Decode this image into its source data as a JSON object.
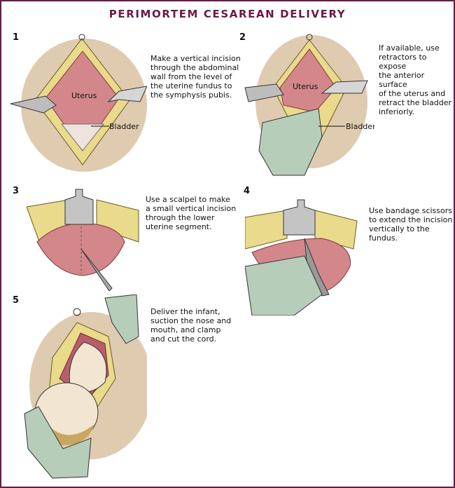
{
  "title": "PERIMORTEM CESAREAN DELIVERY",
  "colors": {
    "border": "#6b1a44",
    "title": "#6b1a44",
    "skin": "#dfcbb0",
    "fat": "#e9da8c",
    "uterus": "#d4878a",
    "glove": "#b6cdb9",
    "bladder": "#efe3dd",
    "instrument": "#b8b8b8"
  },
  "steps": [
    {
      "number": "1",
      "caption": [
        "Make a vertical incision",
        "through the abdominal",
        "wall from the level of",
        "the uterine fundus to",
        "the symphysis pubis."
      ],
      "labels": {
        "uterus": "Uterus",
        "bladder": "Bladder"
      }
    },
    {
      "number": "2",
      "caption": [
        "If available, use",
        "retractors to expose",
        "the anterior surface",
        "of the uterus and",
        "retract the bladder",
        "inferiorly."
      ],
      "labels": {
        "uterus": "Uterus",
        "bladder": "Bladder"
      }
    },
    {
      "number": "3",
      "caption": [
        "Use a scalpel to make",
        "a small vertical incision",
        "through the lower",
        "uterine segment."
      ]
    },
    {
      "number": "4",
      "caption": [
        "Use bandage scissors",
        "to extend the incision",
        "vertically to the fundus."
      ]
    },
    {
      "number": "5",
      "caption": [
        "Deliver the infant,",
        "suction the nose and",
        "mouth, and clamp",
        "and cut the cord."
      ]
    }
  ]
}
